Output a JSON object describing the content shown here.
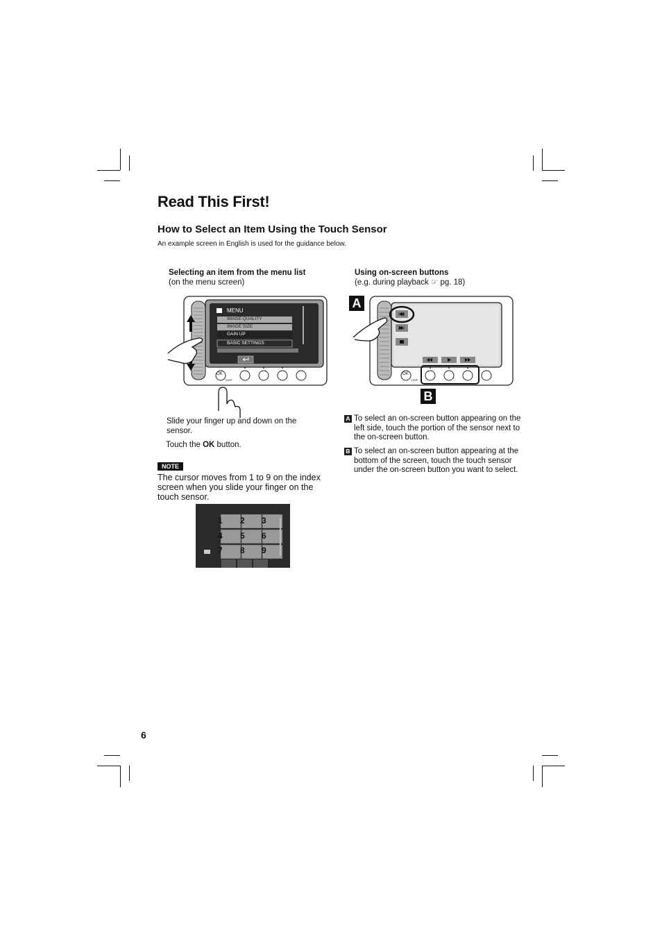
{
  "title": "Read This First!",
  "subtitle": "How to Select an Item Using the Touch Sensor",
  "intro": "An example screen in English is used for the guidance below.",
  "left": {
    "caption_bold": "Selecting an item from the menu list",
    "caption_sub": "(on the menu screen)",
    "menu": {
      "header": "MENU",
      "items": [
        "IMAGE QUALITY",
        "IMAGE SIZE",
        "GAIN UP",
        "BASIC SETTINGS"
      ]
    },
    "ok_label": "OK",
    "disp_label": "DISP",
    "step1": "Slide your finger up and down on the sensor.",
    "step2_pre": "Touch the ",
    "step2_bold": "OK",
    "step2_post": " button."
  },
  "right": {
    "caption_bold": "Using on-screen buttons",
    "caption_sub": "(e.g. during playback ☞ pg. 18)",
    "label_a": "A",
    "label_b": "B",
    "item_a": "To select an on-screen button appearing on the left side, touch the portion of the sensor next to the on-screen button.",
    "item_b": "To select an on-screen button appearing at the bottom of the screen, touch the touch sensor under the on-screen button you want to select."
  },
  "note": {
    "badge": "NOTE",
    "text": "The cursor moves from 1 to 9 on the index screen when you slide your finger on the touch sensor."
  },
  "index_numbers": [
    "1",
    "2",
    "3",
    "4",
    "5",
    "6",
    "7",
    "8",
    "9"
  ],
  "page_number": "6"
}
